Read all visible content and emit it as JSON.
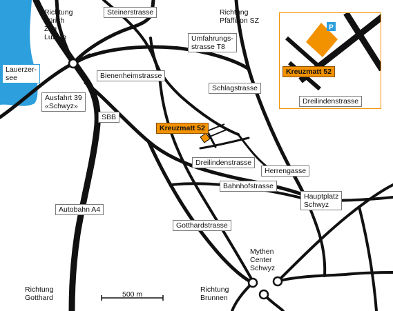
{
  "colors": {
    "road": "#111111",
    "lake": "#2d9fdc",
    "highlight": "#f29200",
    "parking": "#2d9fdc",
    "label_border": "#7a7a7a"
  },
  "labels": {
    "richtung_zurich": "Richtung\nZürich\nZug\nLuzern",
    "steinerstrasse": "Steinerstrasse",
    "richtung_pfaffikon": "Richtung\nPfäffikon SZ",
    "umfahrungsstrasse": "Umfahrungs-\nstrasse T8",
    "lauerzersee": "Lauerzer-\nsee",
    "bienenheimstrasse": "Bienenheimstrasse",
    "schlagstrasse": "Schlagstrasse",
    "ausfahrt": "Ausfahrt 39\n«Schwyz»",
    "sbb": "SBB",
    "kreuzmatt_main": "Kreuzmatt 52",
    "dreilindenstrasse_main": "Dreilindenstrasse",
    "herrengasse": "Herrengasse",
    "bahnhofstrasse": "Bahnhofstrasse",
    "hauptplatz": "Hauptplatz\nSchwyz",
    "autobahn": "Autobahn A4",
    "gotthardstrasse": "Gotthardstrasse",
    "mythen_center": "Mythen\nCenter\nSchwyz",
    "richtung_gotthard": "Richtung\nGotthard",
    "richtung_brunnen": "Richtung\nBrunnen",
    "scale": "500 m"
  },
  "inset": {
    "kreuzmatt": "Kreuzmatt 52",
    "dreilindenstrasse": "Dreilindenstrasse",
    "parking_letter": "P"
  }
}
